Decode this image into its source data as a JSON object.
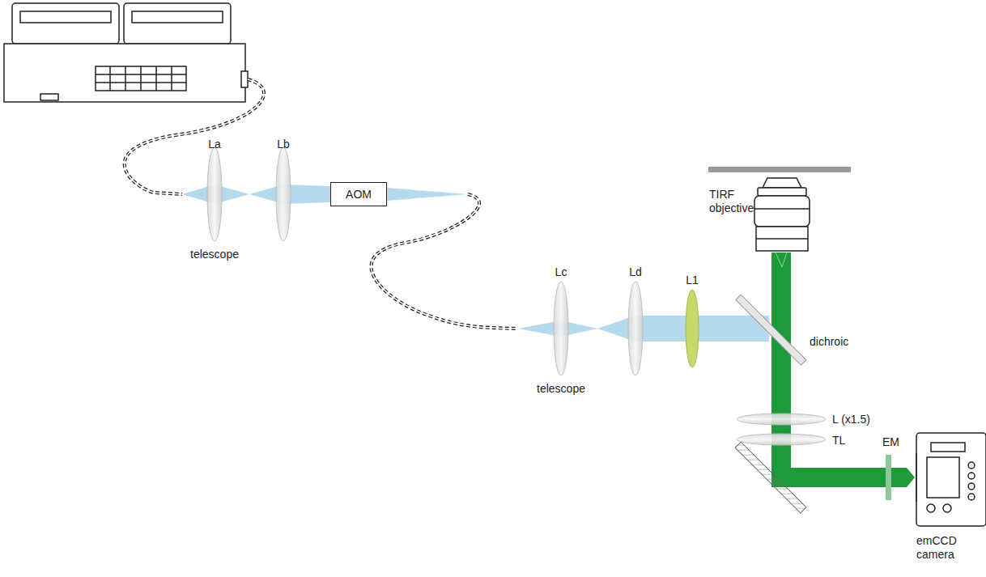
{
  "diagram": {
    "nodes": [
      {
        "text": [
          "AOM"
        ]
      }
    ],
    "labels": [
      "La",
      "Lb",
      "telescope",
      "Lc",
      "Ld",
      "L1",
      "telescope",
      "TIRF objective",
      "dichroic",
      "L (x1.5)",
      "TL",
      "EM",
      "emCCD camera"
    ]
  }
}
